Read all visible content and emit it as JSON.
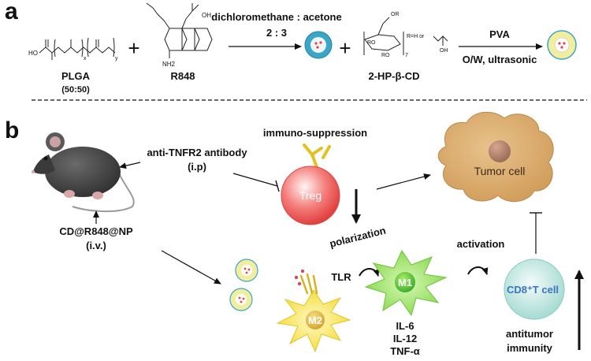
{
  "panel_a": {
    "letter": "a",
    "plga_label": "PLGA",
    "plga_ratio": "(50:50)",
    "plga_structure": {
      "ho": "HO",
      "x": "x",
      "y": "y"
    },
    "plus1": "+",
    "r848_label": "R848",
    "r848_structure": {
      "oh": "OH",
      "nh2": "NH2"
    },
    "solvent_label": "dichloromethane : acetone",
    "solvent_ratio": "2 : 3",
    "plus2": "+",
    "cd_label": "2-HP-β-CD",
    "cd_structure": {
      "or": "OR",
      "ro": "RO",
      "r_def": "R=H or",
      "n": "7",
      "oh": "OH"
    },
    "pva_label": "PVA",
    "process_label": "O/W, ultrasonic"
  },
  "panel_b": {
    "letter": "b",
    "antibody_label": "anti-TNFR2 antibody",
    "antibody_route": "(i.p)",
    "np_label": "CD@R848@NP",
    "np_route": "(i.v.)",
    "immuno_label": "immuno-suppression",
    "treg_label": "Treg",
    "tumor_label": "Tumor cell",
    "polarization_label": "polarization",
    "tlr_label": "TLR",
    "m2_label": "M2",
    "m1_label": "M1",
    "cytokines": [
      "IL-6",
      "IL-12",
      "TNF-α"
    ],
    "activation_label": "activation",
    "cd8_label": "CD8⁺T cell",
    "antitumor_label": "antitumor",
    "immunity_label": "immunity"
  },
  "colors": {
    "np_blue": "#3aa6c8",
    "np_shell": "#f2eea0",
    "treg_red": "#e8504e",
    "tumor_tan": "#d7a867",
    "m2_yellow": "#f3df3a",
    "m1_green": "#8fdc55",
    "cd8_teal": "#a9ddd6",
    "cd8_text": "#3b73c8",
    "mouse_gray": "#4a4a4a"
  }
}
